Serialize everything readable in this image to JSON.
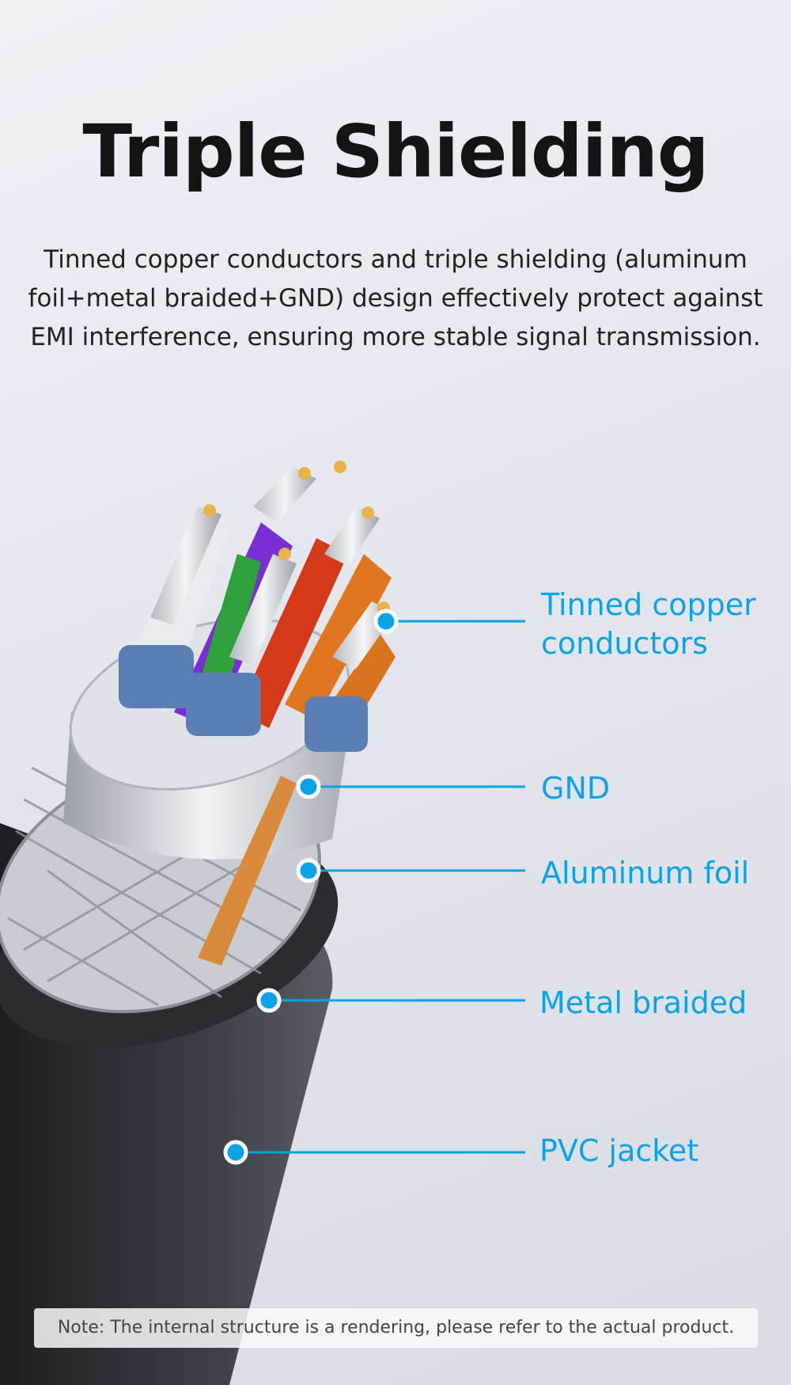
{
  "title": "Triple Shielding",
  "description": "Tinned copper conductors and triple shielding (aluminum foil+metal braided+GND) design effectively protect against EMI interference, ensuring more stable signal transmission.",
  "labels": {
    "tinned": "Tinned copper conductors",
    "gnd": "GND",
    "foil": "Aluminum foil",
    "braided": "Metal braided",
    "pvc": "PVC jacket"
  },
  "note": "Note: The internal structure is a rendering, please refer to the actual product.",
  "colors": {
    "accent": "#0aa3e8",
    "title": "#141414"
  }
}
